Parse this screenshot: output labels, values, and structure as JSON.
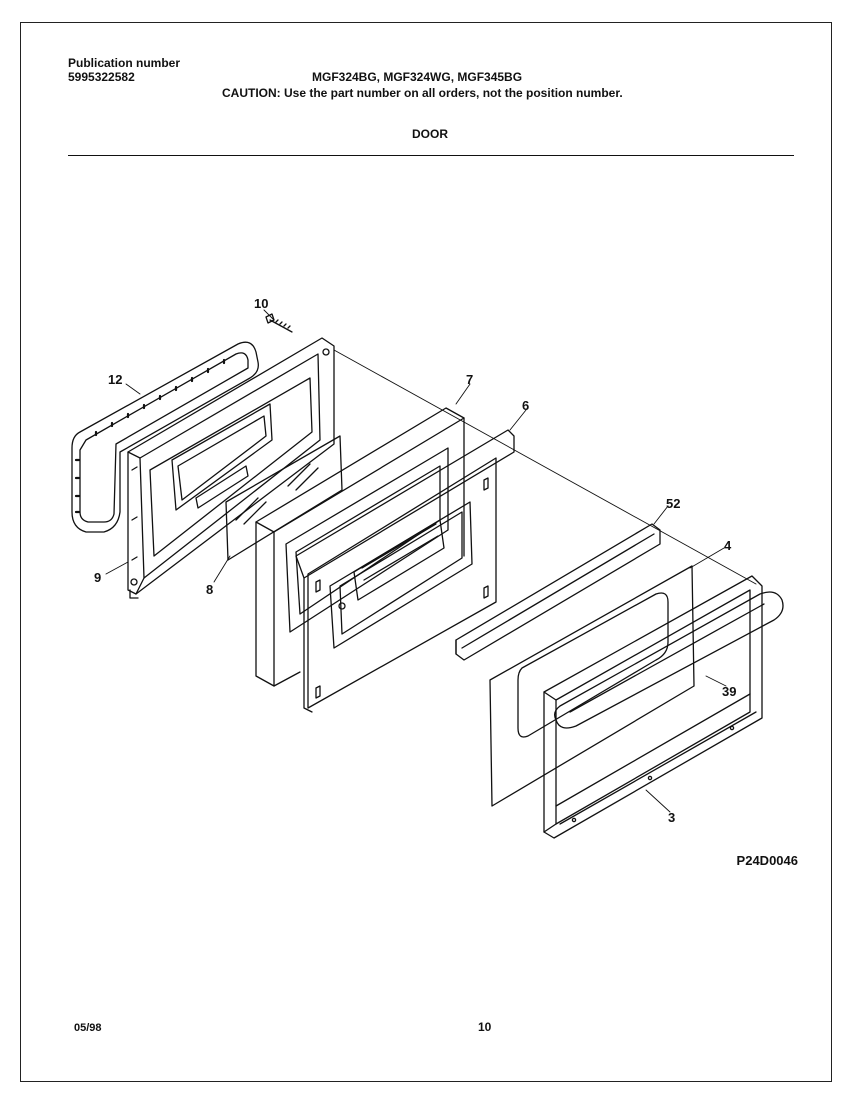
{
  "header": {
    "publication_label": "Publication number",
    "publication_number": "5995322582",
    "models": "MGF324BG, MGF324WG, MGF345BG",
    "caution": "CAUTION:  Use the part number on all orders, not the position number.",
    "section_title": "DOOR"
  },
  "diagram": {
    "callouts": {
      "c10": "10",
      "c12": "12",
      "c7": "7",
      "c6": "6",
      "c9": "9",
      "c8": "8",
      "c52": "52",
      "c4": "4",
      "c39": "39",
      "c3": "3"
    },
    "drawing_code": "P24D0046"
  },
  "footer": {
    "date": "05/98",
    "page_number": "10"
  }
}
